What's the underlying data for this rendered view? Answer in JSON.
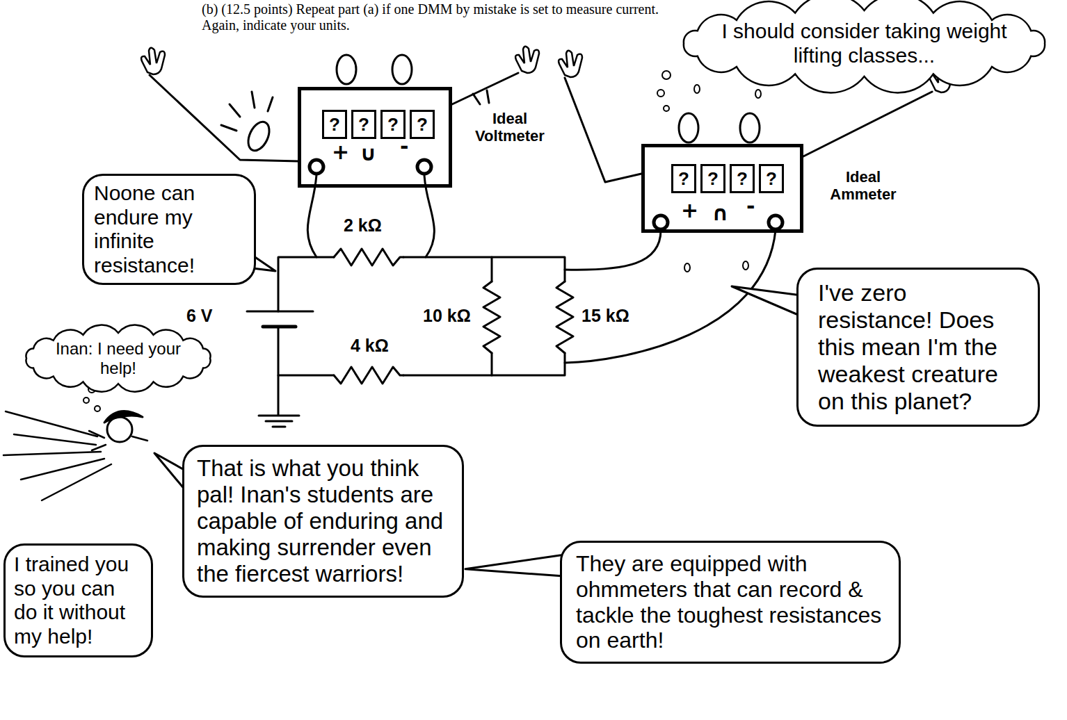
{
  "diagram": {
    "nodes": [
      {
        "text": [
          "I should consider taking weight lifting classes..."
        ]
      },
      {
        "text": [
          "+",
          "∪",
          "-"
        ]
      },
      {
        "text": [
          "?"
        ],
        "in": 1
      },
      {
        "text": [
          "?"
        ],
        "in": 1
      },
      {
        "text": [
          "?"
        ],
        "in": 1
      },
      {
        "text": [
          "?"
        ],
        "in": 1
      },
      {
        "text": [
          "+",
          "∩",
          "-"
        ]
      },
      {
        "text": [
          "?"
        ],
        "in": 6
      },
      {
        "text": [
          "?"
        ],
        "in": 6
      },
      {
        "text": [
          "?"
        ],
        "in": 6
      },
      {
        "text": [
          "?"
        ],
        "in": 6
      },
      {
        "text": [
          "Noone can endure my infinite resistance!"
        ]
      },
      {
        "text": [
          "I've zero resistance! Does this mean I'm the weakest creature on this planet?"
        ]
      },
      {
        "text": [
          "Inan: I need your help!"
        ]
      },
      {
        "text": [
          "That is what you think pal! Inan's students are capable of enduring and making surrender even the fiercest warriors!"
        ]
      },
      {
        "text": [
          "They are equipped with ohmmeters that can record & tackle the toughest resistances on earth!"
        ]
      },
      {
        "text": [
          "I trained you so you can do it without my help!"
        ]
      }
    ],
    "edges": [
      {
        "from": 15,
        "to": 14,
        "arrow": "none"
      }
    ],
    "labels": [
      "(b) (12.5 points) Repeat part (a) if one DMM by mistake is set to measure current. Again, indicate your units.",
      "Ideal Voltmeter",
      "Ideal Ammeter",
      "2 kΩ",
      "10 kΩ",
      "15 kΩ",
      "4 kΩ",
      "6 V"
    ]
  }
}
